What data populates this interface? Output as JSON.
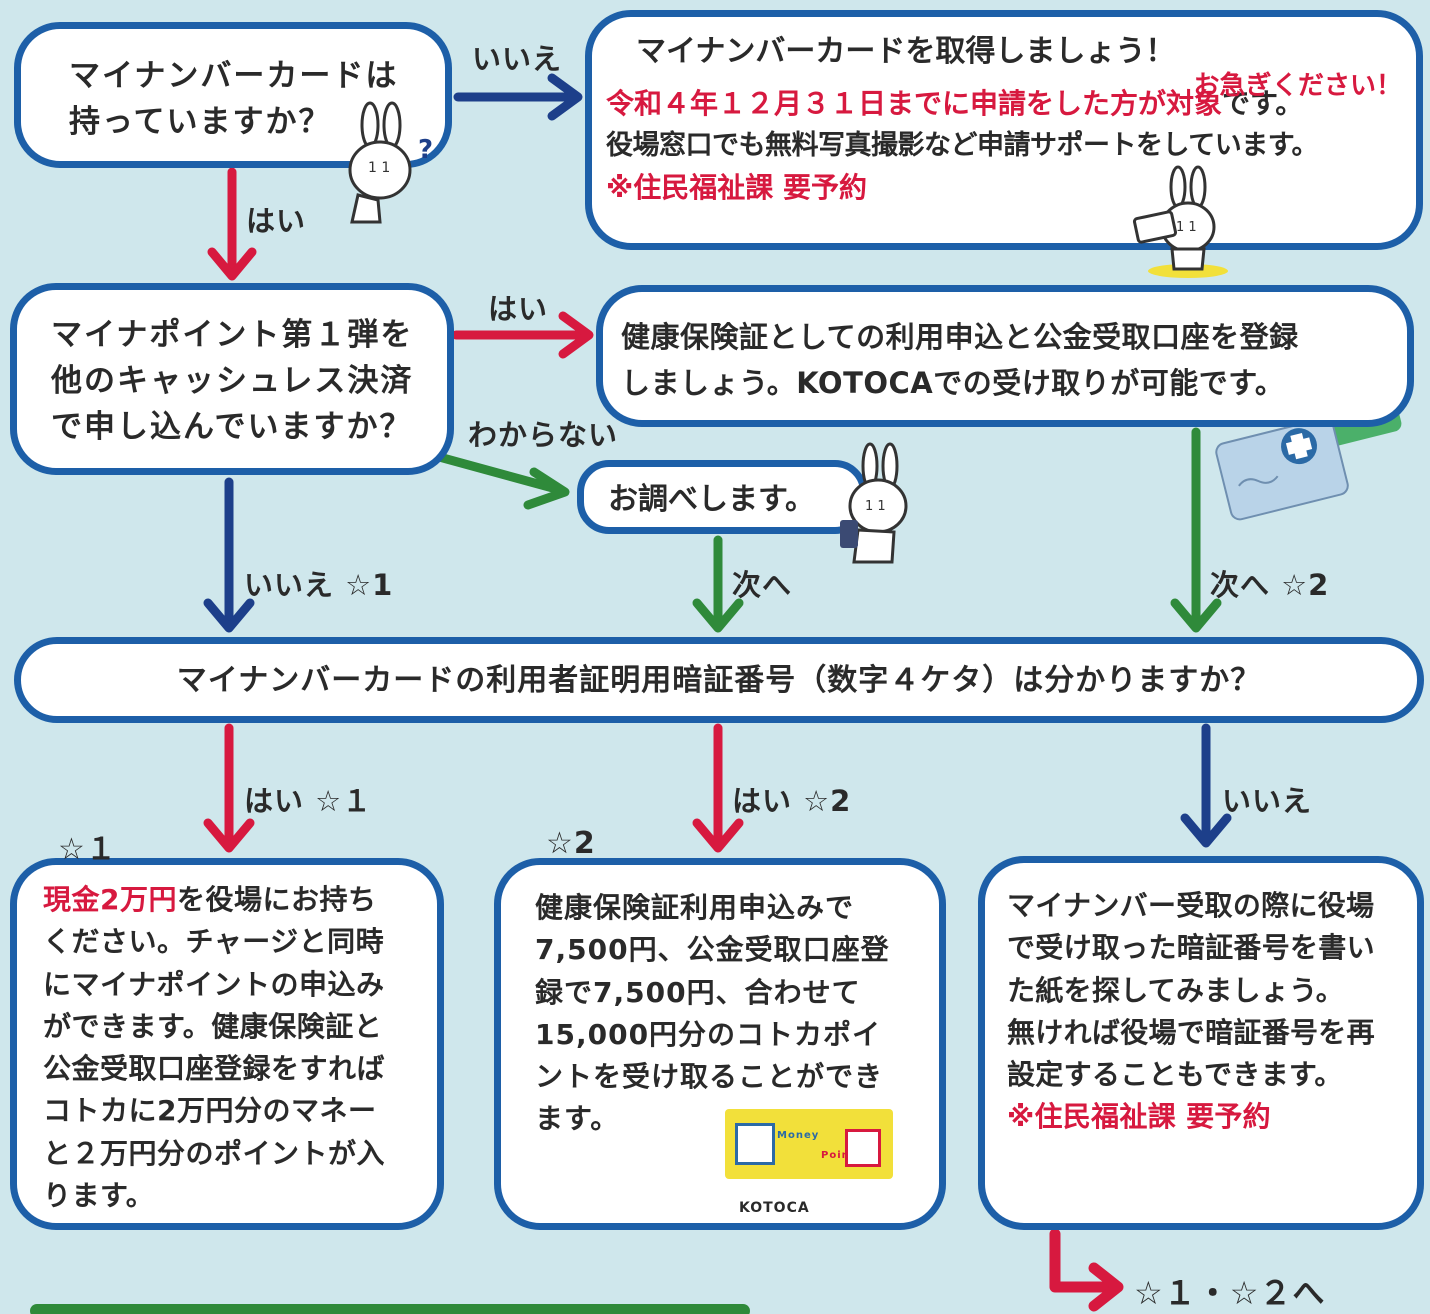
{
  "q1": {
    "line1": "マイナンバーカードは",
    "line2": "持っていますか？"
  },
  "get_card": {
    "title": "マイナンバーカードを取得しましょう！",
    "urgent": "お急ぎください！",
    "deadline_red": "令和４年１２月３１日までに申請をした方が対象",
    "deadline_tail": "です。",
    "support": "役場窓口でも無料写真撮影など申請サポートをしています。",
    "reserve": "※住民福祉課 要予約"
  },
  "q2": {
    "line1": "マイナポイント第１弾を",
    "line2": "他のキャッシュレス決済",
    "line3": "で申し込んでいますか？"
  },
  "register": {
    "line1": "健康保険証としての利用申込と公金受取口座を登録",
    "line2": "しましょう。KOTOCAでの受け取りが可能です。"
  },
  "check": {
    "text": "お調べします。"
  },
  "q3": {
    "text": "マイナンバーカードの利用者証明用暗証番号（数字４ケタ）は分かりますか？"
  },
  "labels": {
    "no1": "いいえ",
    "yes1": "はい",
    "yes2": "はい",
    "unknown": "わからない",
    "no_star1": "いいえ ☆1",
    "next": "次へ",
    "next_star2": "次へ ☆2",
    "yes_star1": "はい ☆１",
    "yes_star2": "はい ☆2",
    "no3": "いいえ",
    "star1": "☆１",
    "star2": "☆2",
    "footer": "☆１・☆２へ"
  },
  "r1": {
    "red": "現金2万円",
    "l1": "を役場にお持ち",
    "l2": "ください。チャージと同時",
    "l3": "にマイナポイントの申込み",
    "l4": "ができます。健康保険証と",
    "l5": "公金受取口座登録をすれば",
    "l6": "コトカに2万円分のマネー",
    "l7": "と２万円分のポイントが入",
    "l8": "ります。"
  },
  "r2": {
    "l1": "健康保険証利用申込みで",
    "l2": "7,500円、公金受取口座登",
    "l3": "録で7,500円、合わせて",
    "l4": "15,000円分のコトカポイ",
    "l5": "ントを受け取ることができ",
    "l6": "ます。"
  },
  "r3": {
    "l1": "マイナンバー受取の際に役場",
    "l2": "で受け取った暗証番号を書い",
    "l3": "た紙を探してみましょう。",
    "l4": "無ければ役場で暗証番号を再",
    "l5": "設定することもできます。",
    "reserve": "※住民福祉課 要予約"
  },
  "kotoca_card": {
    "money": "Money",
    "point": "Point",
    "name": "KOTOCA"
  },
  "colors": {
    "blue": "#1d5fa8",
    "red": "#d7193f",
    "green": "#2f8a3a",
    "bg": "#cfe7ec"
  }
}
